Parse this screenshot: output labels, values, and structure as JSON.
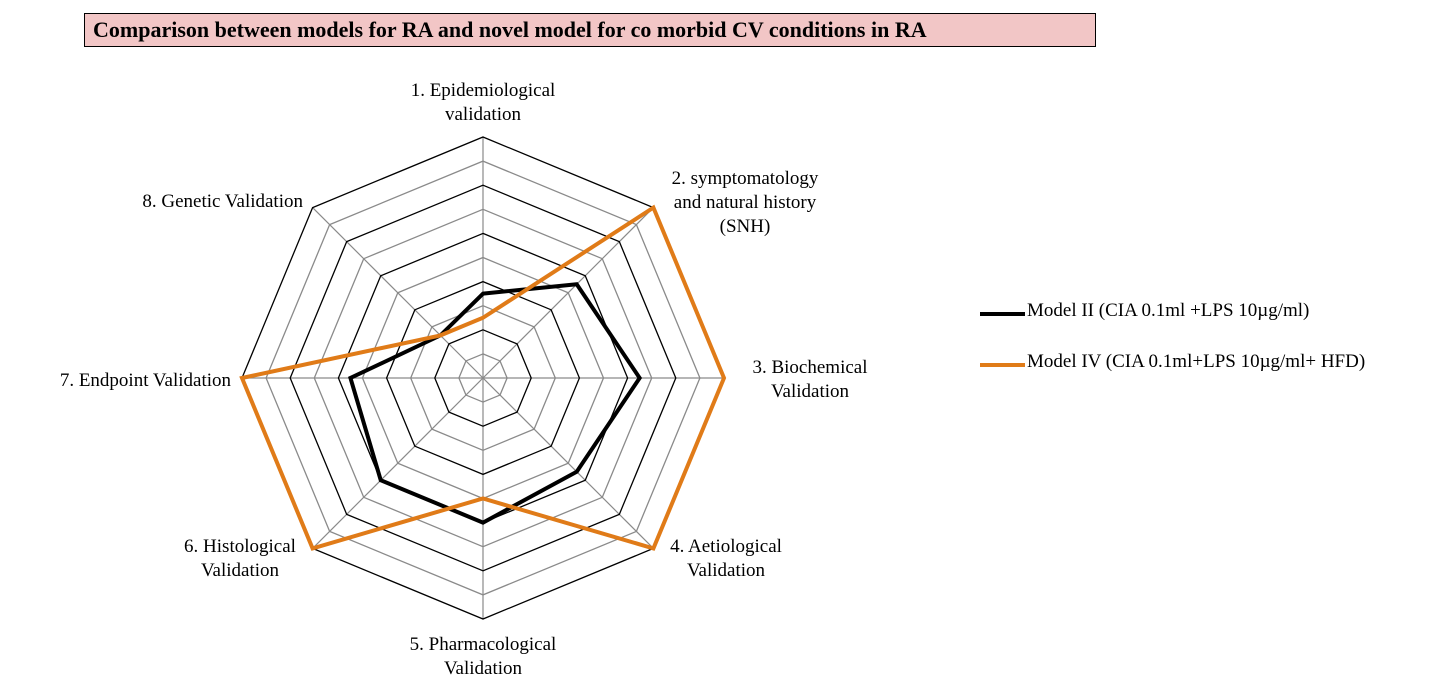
{
  "chart_data": {
    "type": "radar",
    "title": "Comparison between models for RA and novel model for  co morbid CV conditions in RA",
    "axes": [
      [
        "1. Epidemiological",
        "validation"
      ],
      [
        "2. symptomatology",
        "and natural history",
        "(SNH)"
      ],
      [
        "3. Biochemical",
        "Validation"
      ],
      [
        "4. Aetiological",
        "Validation"
      ],
      [
        "5. Pharmacological",
        "Validation"
      ],
      [
        "6. Histological",
        "Validation"
      ],
      [
        "7. Endpoint Validation"
      ],
      [
        "8. Genetic Validation"
      ]
    ],
    "rlim": [
      0,
      10
    ],
    "rings": 10,
    "series": [
      {
        "name": "Model II (CIA 0.1ml +LPS 10µg/ml)",
        "color": "#000000",
        "values": [
          3.5,
          5.5,
          6.5,
          5.5,
          6,
          6,
          5.5,
          2.5
        ]
      },
      {
        "name": "Model IV (CIA 0.1ml+LPS 10µg/ml+ HFD)",
        "color": "#e07b18",
        "values": [
          2.5,
          10,
          10,
          10,
          5,
          10,
          10,
          2.5
        ]
      }
    ]
  }
}
